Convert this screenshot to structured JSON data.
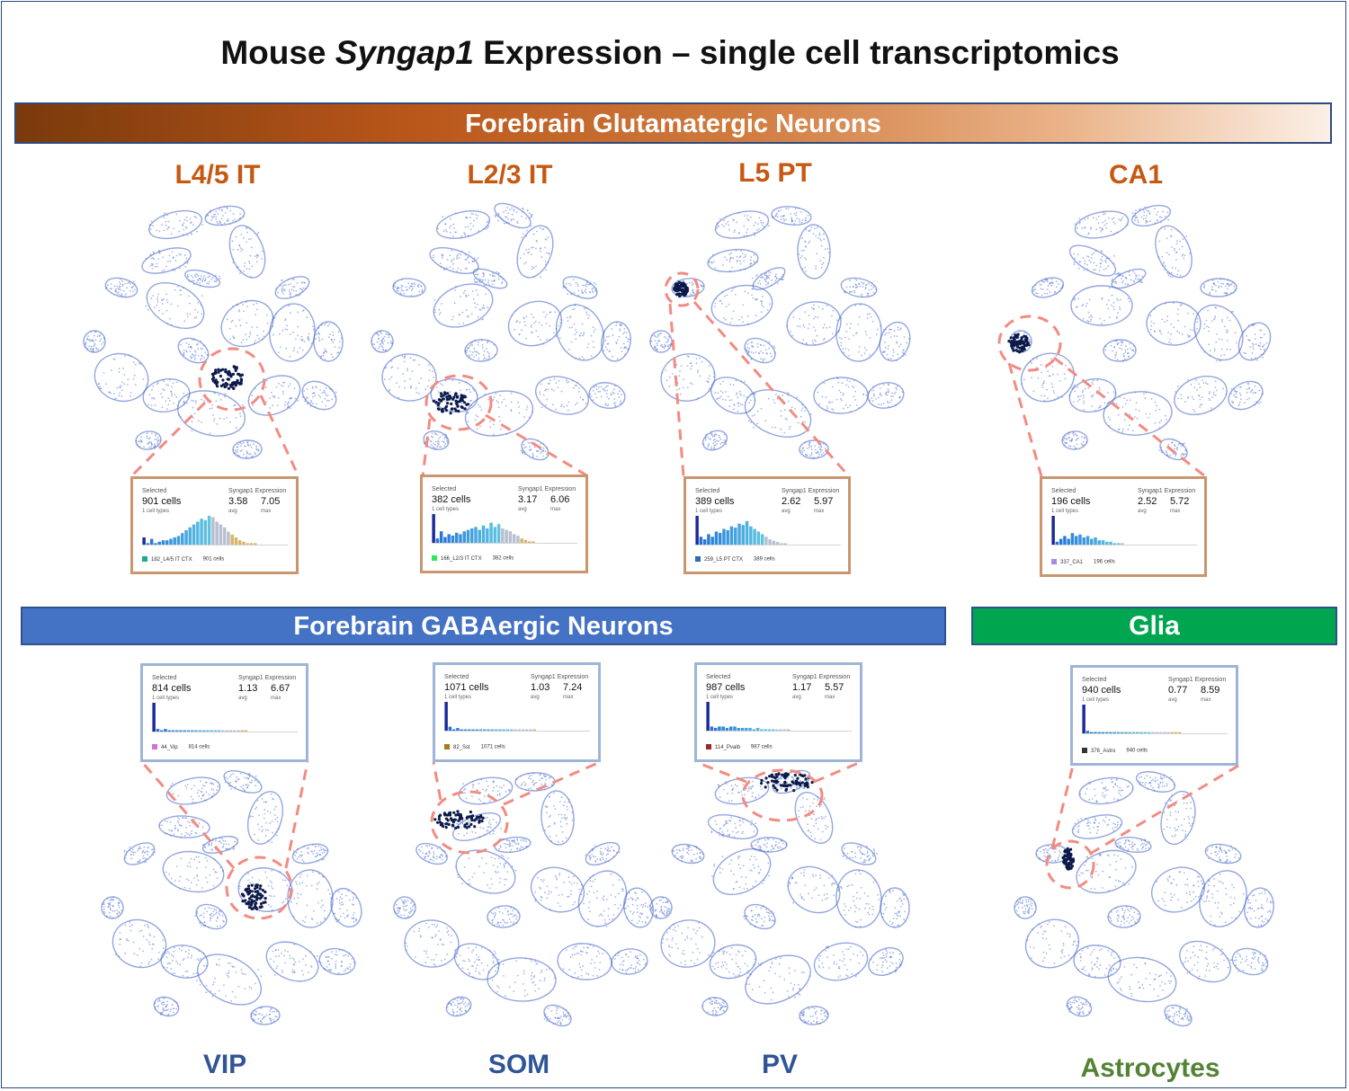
{
  "title": {
    "prefix": "Mouse ",
    "gene": "Syngap1",
    "suffix": " Expression – single cell transcriptomics"
  },
  "banners": {
    "glutamatergic": "Forebrain Glutamatergic Neurons",
    "gabaergic": "Forebrain GABAergic Neurons",
    "glia": "Glia"
  },
  "colors": {
    "glut_label": "#c65911",
    "gaba_label": "#2f5597",
    "glia_label": "#548235",
    "gaba_banner": "#4472c4",
    "glia_banner": "#00a550",
    "cells": "#4a6fd0",
    "highlight": "#0c1a4a",
    "zoom_lines": "#f28b82"
  },
  "cell_types": [
    {
      "name": "L4/5 IT",
      "group": "glutamatergic",
      "stats": {
        "selected_label": "Selected",
        "cells": "901 cells",
        "types": "1 cell types",
        "expression_label": "Syngap1 Expression",
        "avg": "3.58",
        "avg_label": "avg",
        "max": "7.05",
        "max_label": "max",
        "cluster": "182_L4/5 IT CTX",
        "cluster_cells": "901 cells",
        "swatch": "#1aa898"
      },
      "histogram": [
        5,
        1,
        4,
        1,
        2,
        3,
        3,
        4,
        5,
        6,
        8,
        10,
        12,
        14,
        16,
        18,
        17,
        20,
        19,
        16,
        14,
        12,
        9,
        7,
        5,
        3,
        2,
        1,
        1,
        1
      ]
    },
    {
      "name": "L2/3 IT",
      "group": "glutamatergic",
      "stats": {
        "selected_label": "Selected",
        "cells": "382 cells",
        "types": "1 cell types",
        "expression_label": "Syngap1 Expression",
        "avg": "3.17",
        "avg_label": "avg",
        "max": "6.06",
        "max_label": "max",
        "cluster": "166_L2/3 IT CTX",
        "cluster_cells": "382 cells",
        "swatch": "#2ee85a"
      },
      "histogram": [
        20,
        3,
        8,
        4,
        6,
        5,
        7,
        6,
        8,
        9,
        10,
        11,
        9,
        12,
        10,
        14,
        11,
        13,
        10,
        9,
        8,
        6,
        5,
        3,
        2,
        1,
        1
      ]
    },
    {
      "name": "L5 PT",
      "group": "glutamatergic",
      "stats": {
        "selected_label": "Selected",
        "cells": "389 cells",
        "types": "1 cell types",
        "expression_label": "Syngap1 Expression",
        "avg": "2.62",
        "avg_label": "avg",
        "max": "5.97",
        "max_label": "max",
        "cluster": "259_L5 PT CTX",
        "cluster_cells": "389 cells",
        "swatch": "#2f6bb0"
      },
      "histogram": [
        22,
        6,
        4,
        8,
        6,
        10,
        9,
        12,
        11,
        14,
        13,
        16,
        15,
        18,
        14,
        12,
        10,
        8,
        6,
        4,
        3,
        2,
        1,
        1
      ]
    },
    {
      "name": "CA1",
      "group": "glutamatergic",
      "stats": {
        "selected_label": "Selected",
        "cells": "196 cells",
        "types": "1 cell types",
        "expression_label": "Syngap1 Expression",
        "avg": "2.52",
        "avg_label": "avg",
        "max": "5.72",
        "max_label": "max",
        "cluster": "337_CA1",
        "cluster_cells": "196 cells",
        "swatch": "#a78be6"
      },
      "histogram": [
        20,
        2,
        4,
        6,
        4,
        8,
        6,
        7,
        5,
        6,
        4,
        5,
        3,
        3,
        2,
        2,
        1,
        1,
        1
      ]
    },
    {
      "name": "VIP",
      "group": "gabaergic",
      "stats": {
        "selected_label": "Selected",
        "cells": "814 cells",
        "types": "1 cell types",
        "expression_label": "Syngap1 Expression",
        "avg": "1.13",
        "avg_label": "avg",
        "max": "6.67",
        "max_label": "max",
        "cluster": "44_Vip",
        "cluster_cells": "814 cells",
        "swatch": "#d070d8"
      },
      "histogram": [
        22,
        2,
        1,
        2,
        1,
        1,
        1,
        1,
        1,
        1,
        1,
        1,
        1,
        1,
        1,
        1,
        1,
        1,
        1,
        1,
        1,
        1,
        1,
        1,
        1
      ]
    },
    {
      "name": "SOM",
      "group": "gabaergic",
      "stats": {
        "selected_label": "Selected",
        "cells": "1071 cells",
        "types": "1 cell types",
        "expression_label": "Syngap1 Expression",
        "avg": "1.03",
        "avg_label": "avg",
        "max": "7.24",
        "max_label": "max",
        "cluster": "82_Sst",
        "cluster_cells": "1071 cells",
        "swatch": "#a67c1a"
      },
      "histogram": [
        22,
        3,
        1,
        2,
        1,
        1,
        1,
        1,
        1,
        1,
        1,
        1,
        1,
        1,
        1,
        1,
        1,
        1,
        1,
        1,
        1,
        1,
        1,
        1
      ]
    },
    {
      "name": "PV",
      "group": "gabaergic",
      "stats": {
        "selected_label": "Selected",
        "cells": "987 cells",
        "types": "1 cell types",
        "expression_label": "Syngap1 Expression",
        "avg": "1.17",
        "avg_label": "avg",
        "max": "5.57",
        "max_label": "max",
        "cluster": "114_Pvalb",
        "cluster_cells": "987 cells",
        "swatch": "#a02828"
      },
      "histogram": [
        21,
        3,
        2,
        3,
        3,
        2,
        3,
        3,
        2,
        2,
        2,
        2,
        1,
        2,
        1,
        1,
        1,
        1,
        1,
        1,
        1,
        1
      ]
    },
    {
      "name": "Astrocytes",
      "group": "glia",
      "stats": {
        "selected_label": "Selected",
        "cells": "940 cells",
        "types": "1 cell types",
        "expression_label": "Syngap1 Expression",
        "avg": "0.77",
        "avg_label": "avg",
        "max": "8.59",
        "max_label": "max",
        "cluster": "376_Astro",
        "cluster_cells": "940 cells",
        "swatch": "#333333"
      },
      "histogram": [
        23,
        2,
        1,
        1,
        1,
        1,
        1,
        1,
        1,
        1,
        1,
        1,
        1,
        1,
        1,
        1,
        1,
        1,
        1,
        1,
        1,
        1,
        1,
        1,
        1,
        1
      ]
    }
  ]
}
